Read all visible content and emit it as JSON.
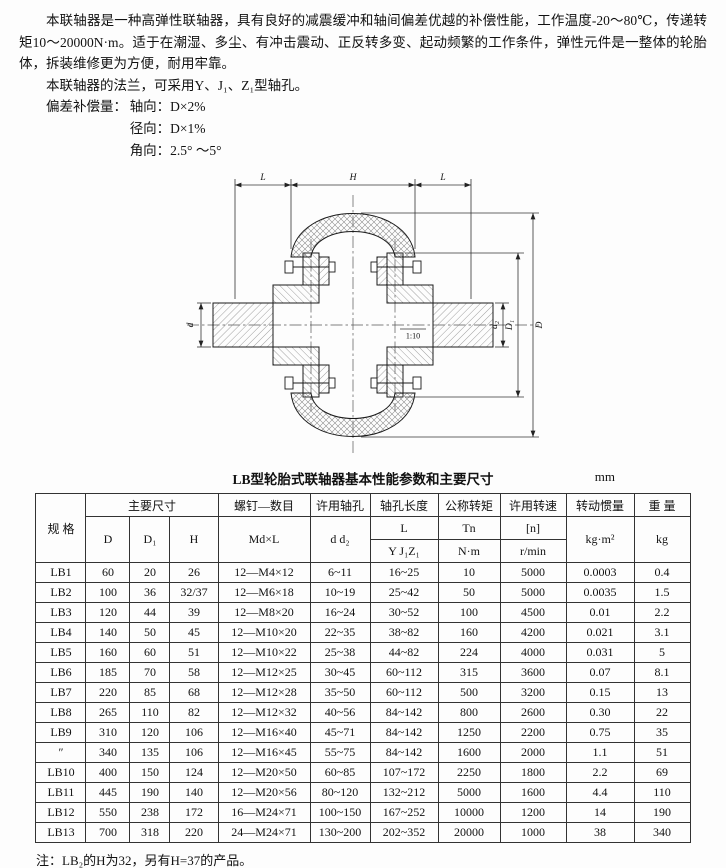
{
  "doc": {
    "intro_p1": "本联轴器是一种高弹性联轴器，具有良好的减震缓冲和轴间偏差优越的补偿性能，工作温度-20～80℃，传递转矩10～20000N·m。适于在潮湿、多尘、有冲击震动、正反转多变、起动频繁的工作条件，弹性元件是一整体的轮胎体，拆装维修更为方便，耐用牢靠。",
    "intro_p2": "本联轴器的法兰，可采用Y、J₁、Z₁型轴孔。",
    "comp_label": "偏差补偿量：",
    "comp_items": [
      "轴向：D×2%",
      "径向：D×1%",
      "角向：2.5° ～5°"
    ],
    "footnote": "注：LB₂的H为32，另有H=37的产品。"
  },
  "diagram": {
    "dim_L_left": "L",
    "dim_H": "H",
    "dim_L_right": "L",
    "dim_d": "d",
    "dim_d2": "d₂",
    "dim_D1": "D₁",
    "dim_D": "D",
    "taper": "1:10"
  },
  "table": {
    "title": "LB型轮胎式联轴器基本性能参数和主要尺寸",
    "unit": "mm",
    "h": {
      "spec": "规  格",
      "main_dims": "主要尺寸",
      "d": "D",
      "d1": "D₁",
      "hh": "H",
      "screw": "螺钉—数目",
      "screw_sub": "Md×L",
      "bore": "许用轴孔",
      "bore_sub": "d d₂",
      "bore_len": "轴孔长度",
      "bore_len_l": "L",
      "bore_len_sub": "Y J₁Z₁",
      "torque": "公称转矩",
      "torque_sym": "Tn",
      "torque_unit": "N·m",
      "speed": "许用转速",
      "speed_sym": "[n]",
      "speed_unit": "r/min",
      "inertia": "转动惯量",
      "inertia_unit": "kg·m²",
      "weight": "重  量",
      "weight_unit": "kg"
    },
    "rows": [
      [
        "LB1",
        "60",
        "20",
        "26",
        "12—M4×12",
        "6~11",
        "16~25",
        "10",
        "5000",
        "0.0003",
        "0.4"
      ],
      [
        "LB2",
        "100",
        "36",
        "32/37",
        "12—M6×18",
        "10~19",
        "25~42",
        "50",
        "5000",
        "0.0035",
        "1.5"
      ],
      [
        "LB3",
        "120",
        "44",
        "39",
        "12—M8×20",
        "16~24",
        "30~52",
        "100",
        "4500",
        "0.01",
        "2.2"
      ],
      [
        "LB4",
        "140",
        "50",
        "45",
        "12—M10×20",
        "22~35",
        "38~82",
        "160",
        "4200",
        "0.021",
        "3.1"
      ],
      [
        "LB5",
        "160",
        "60",
        "51",
        "12—M10×22",
        "25~38",
        "44~82",
        "224",
        "4000",
        "0.031",
        "5"
      ],
      [
        "LB6",
        "185",
        "70",
        "58",
        "12—M12×25",
        "30~45",
        "60~112",
        "315",
        "3600",
        "0.07",
        "8.1"
      ],
      [
        "LB7",
        "220",
        "85",
        "68",
        "12—M12×28",
        "35~50",
        "60~112",
        "500",
        "3200",
        "0.15",
        "13"
      ],
      [
        "LB8",
        "265",
        "110",
        "82",
        "12—M12×32",
        "40~56",
        "84~142",
        "800",
        "2600",
        "0.30",
        "22"
      ],
      [
        "LB9",
        "310",
        "120",
        "106",
        "12—M16×40",
        "45~71",
        "84~142",
        "1250",
        "2200",
        "0.75",
        "35"
      ],
      [
        "″",
        "340",
        "135",
        "106",
        "12—M16×45",
        "55~75",
        "84~142",
        "1600",
        "2000",
        "1.1",
        "51"
      ],
      [
        "LB10",
        "400",
        "150",
        "124",
        "12—M20×50",
        "60~85",
        "107~172",
        "2250",
        "1800",
        "2.2",
        "69"
      ],
      [
        "LB11",
        "445",
        "190",
        "140",
        "12—M20×56",
        "80~120",
        "132~212",
        "5000",
        "1600",
        "4.4",
        "110"
      ],
      [
        "LB12",
        "550",
        "238",
        "172",
        "16—M24×71",
        "100~150",
        "167~252",
        "10000",
        "1200",
        "14",
        "190"
      ],
      [
        "LB13",
        "700",
        "318",
        "220",
        "24—M24×71",
        "130~200",
        "202~352",
        "20000",
        "1000",
        "38",
        "340"
      ]
    ]
  }
}
